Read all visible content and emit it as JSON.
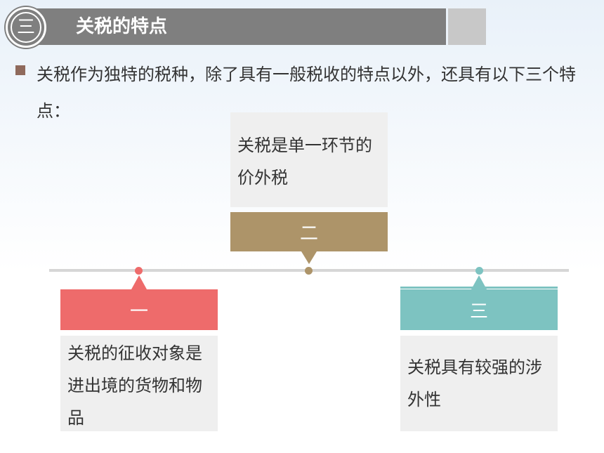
{
  "header": {
    "badge": "三",
    "title": "关税的特点"
  },
  "intro": {
    "text": "关税作为独特的税种，除了具有一般税收的特点以外，还具有以下三个特点："
  },
  "timeline": {
    "items": [
      {
        "label": "一",
        "description": "关税的征收对象是进出境的货物和物品",
        "color": "#ee6b6b"
      },
      {
        "label": "二",
        "description": "关税是单一环节的价外税",
        "color": "#ad9469"
      },
      {
        "label": "三",
        "description": "关税具有较强的涉外性",
        "color": "#7dc3c1"
      }
    ]
  }
}
